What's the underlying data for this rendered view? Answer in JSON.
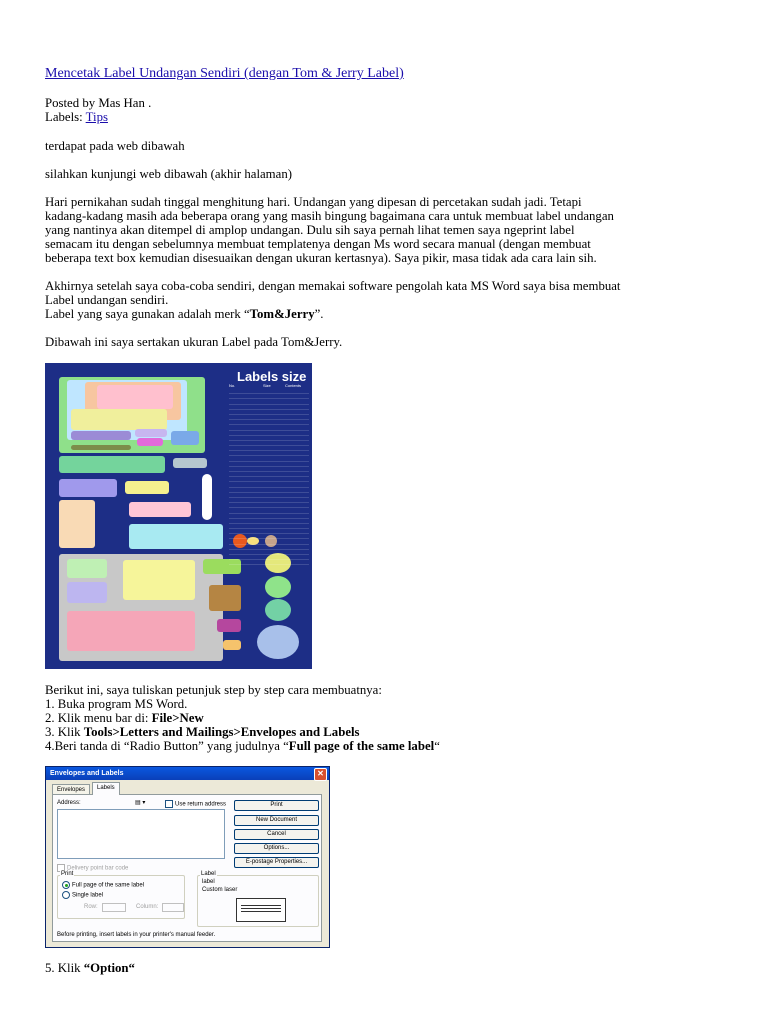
{
  "article": {
    "title": "Mencetak  Label Undangan Sendiri (dengan Tom & Jerry Label)",
    "posted_by": "Posted by Mas Han .",
    "labels_prefix": "Labels: ",
    "labels_link": "Tips",
    "line1": "terdapat pada web dibawah",
    "line2": "silahkan kunjungi web dibawah (akhir halaman)",
    "p1": [
      "Hari pernikahan sudah tinggal menghitung hari. Undangan yang dipesan di percetakan sudah jadi. Tetapi",
      "kadang-kadang masih ada beberapa orang yang masih bingung bagaimana cara untuk membuat label undangan",
      "yang nantinya akan ditempel di amplop undangan. Dulu sih saya pernah lihat temen saya ngeprint label",
      "semacam itu dengan sebelumnya membuat templatenya dengan Ms word secara manual (dengan membuat",
      "beberapa text box kemudian disesuaikan dengan ukuran kertasnya). Saya pikir, masa tidak ada cara lain sih."
    ],
    "p2": [
      "Akhirnya setelah saya coba-coba sendiri, dengan memakai software pengolah kata MS Word saya bisa membuat",
      "Label undangan sendiri."
    ],
    "p2_last_prefix": "Label yang saya gunakan adalah merk “",
    "p2_last_bold": "Tom&Jerry",
    "p2_last_suffix": "”.",
    "p3": "Dibawah ini saya sertakan ukuran Label pada Tom&Jerry.",
    "steps_intro": "Berikut ini, saya tuliskan petunjuk step by step cara membuatnya:",
    "step1": "1. Buka program MS Word.",
    "step2_prefix": "2. Klik menu bar di: ",
    "step2_bold": "File>New",
    "step3_prefix": "3. Klik ",
    "step3_bold": "Tools>Letters and Mailings>Envelopes and Labels",
    "step4_prefix": "4.Beri tanda di “Radio Button” yang judulnya “",
    "step4_bold": "Full page of the same label",
    "step4_suffix": "“",
    "step5_prefix": "5. Klik ",
    "step5_bold": "“Option“"
  },
  "labels_image": {
    "title": "Labels size",
    "col_no": "No.",
    "col_size": "Size",
    "col_contents": "Contents"
  },
  "dialog": {
    "title": "Envelopes and Labels",
    "tab_envelopes": "Envelopes",
    "tab_labels": "Labels",
    "address_label": "Address:",
    "use_return_address": "Use return address",
    "btn_print": "Print",
    "btn_new_document": "New Document",
    "btn_cancel": "Cancel",
    "btn_options": "Options...",
    "btn_epostage": "E-postage Properties...",
    "delivery_point": "Delivery point bar code",
    "print_group": "Print",
    "full_page": "Full page of the same label",
    "single_label": "Single label",
    "row_label": "Row:",
    "column_label": "Column:",
    "label_group": "Label",
    "label_name": "label",
    "label_type": "Custom laser",
    "footer": "Before printing, insert labels in your printer's manual feeder."
  },
  "colors": {
    "link": "#1a0dab",
    "image_bg": "#1d2e86",
    "dialog_title": "#0a58e0"
  }
}
